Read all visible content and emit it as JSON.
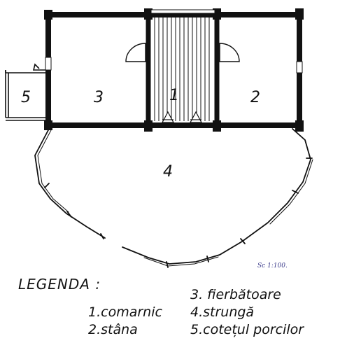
{
  "rooms": {
    "r1": "1",
    "r2": "2",
    "r3": "3",
    "r4": "4",
    "r5": "5"
  },
  "scale_note": "Sc 1:100.",
  "legend": {
    "title": "LEGENDA :",
    "items": [
      "1.comarnic",
      "2.stâna",
      "3. fierbătoare",
      "4.strungă",
      "5.cotețul porcilor"
    ]
  },
  "colors": {
    "ink": "#111111",
    "scale_ink": "#3a3a8a",
    "paper": "#ffffff"
  }
}
